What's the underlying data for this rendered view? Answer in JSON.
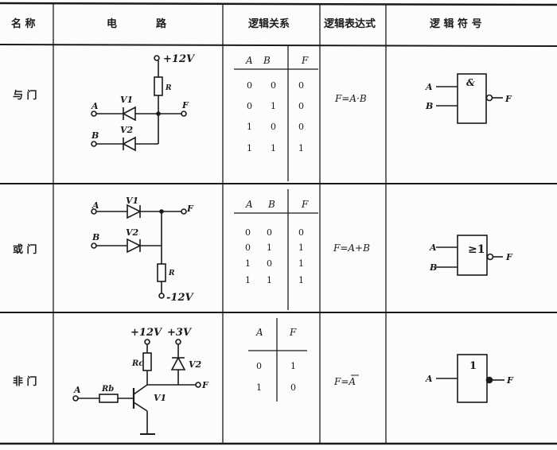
{
  "headers": [
    "名 称",
    "电",
    "路",
    "逻辑关系",
    "逻辑表达式",
    "逻 辑 符 号"
  ],
  "rows": [
    {
      "name": "与 门",
      "circuit": {
        "supply": "+12V",
        "r": "R",
        "a": "A",
        "b": "B",
        "f": "F",
        "d1": "V1",
        "d2": "V2"
      },
      "table": {
        "cols": [
          "A",
          "B",
          "F"
        ],
        "rows": [
          [
            "0",
            "0",
            "0"
          ],
          [
            "0",
            "1",
            "0"
          ],
          [
            "1",
            "0",
            "0"
          ],
          [
            "1",
            "1",
            "1"
          ]
        ]
      },
      "expr": "F=A·B",
      "symbol": {
        "gate": "&",
        "a": "A",
        "b": "B",
        "f": "F"
      }
    },
    {
      "name": "或 门",
      "circuit": {
        "supply": "-12V",
        "r": "R",
        "a": "A",
        "b": "B",
        "f": "F",
        "d1": "V1",
        "d2": "V2"
      },
      "table": {
        "cols": [
          "A",
          "B",
          "F"
        ],
        "rows": [
          [
            "0",
            "0",
            "0"
          ],
          [
            "0",
            "1",
            "1"
          ],
          [
            "1",
            "0",
            "1"
          ],
          [
            "1",
            "1",
            "1"
          ]
        ]
      },
      "expr": "F=A+B",
      "symbol": {
        "gate": "≥1",
        "a": "A",
        "b": "B",
        "f": "F"
      }
    },
    {
      "name": "非 门",
      "circuit": {
        "supply1": "+12V",
        "supply2": "+3V",
        "rc": "Rc",
        "rb": "Rb",
        "a": "A",
        "f": "F",
        "t": "V1",
        "d": "V2"
      },
      "table": {
        "cols": [
          "A",
          "F"
        ],
        "rows": [
          [
            "0",
            "1"
          ],
          [
            "1",
            "0"
          ]
        ]
      },
      "expr": "F=A",
      "symbol": {
        "gate": "1",
        "a": "A",
        "f": "F"
      }
    }
  ]
}
